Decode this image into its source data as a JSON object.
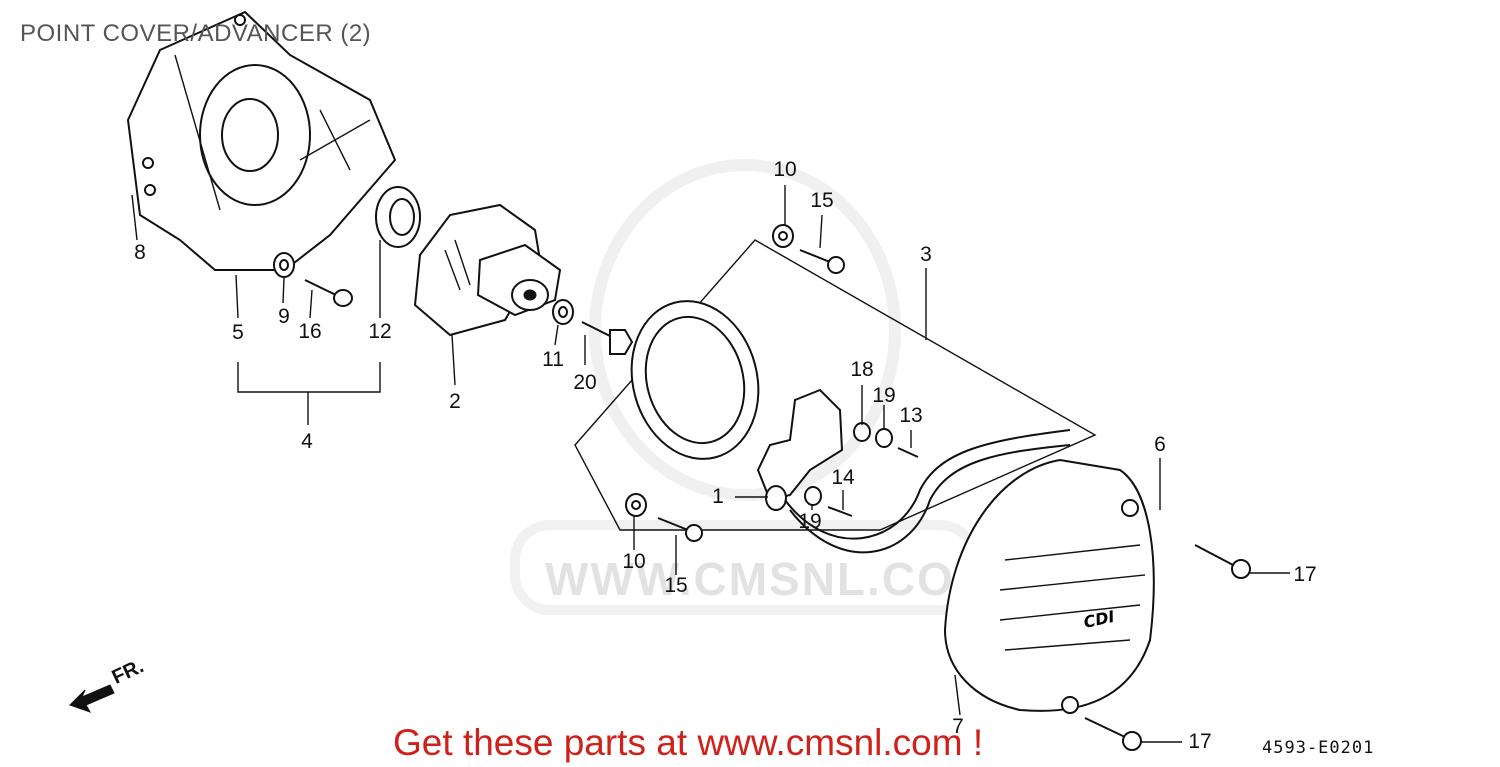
{
  "diagram": {
    "title": "POINT COVER/ADVANCER (2)",
    "cta": "Get these parts at www.cmsnl.com !",
    "code": "4593-E0201",
    "watermark": "WWW.CMSNL.COM",
    "fr_label": "FR.",
    "callouts": {
      "p1": "1",
      "p2": "2",
      "p3": "3",
      "p4": "4",
      "p5": "5",
      "p6": "6",
      "p7": "7",
      "p8": "8",
      "p9": "9",
      "p10a": "10",
      "p10b": "10",
      "p11": "11",
      "p12": "12",
      "p13": "13",
      "p14": "14",
      "p15a": "15",
      "p15b": "15",
      "p16": "16",
      "p17a": "17",
      "p17b": "17",
      "p18": "18",
      "p19a": "19",
      "p19b": "19",
      "p20": "20"
    }
  }
}
